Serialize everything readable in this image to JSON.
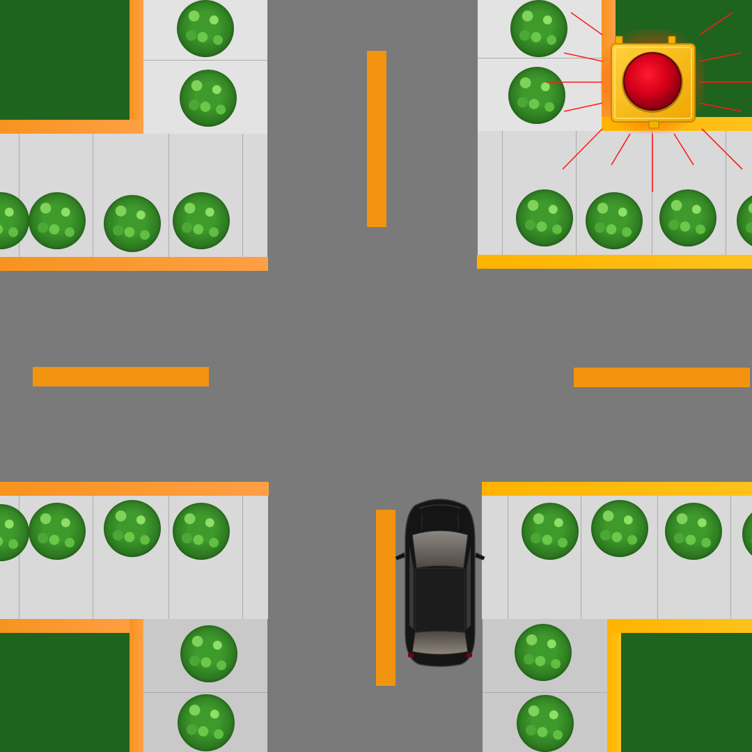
{
  "scene": {
    "type": "top-down intersection",
    "road_color": "#7a7a7a",
    "lane_marking_color": "#f39411",
    "lawn_color": "#1e641e",
    "curb_colors": [
      "#f7931e",
      "#ffb300"
    ]
  },
  "signal": {
    "icon": "flashing-red-signal-icon",
    "state": "flashing red",
    "light_color": "#e0001a",
    "housing_color": "#ffc21a"
  },
  "vehicle": {
    "icon": "black-car-icon",
    "body_color": "#151515",
    "heading": "north"
  }
}
